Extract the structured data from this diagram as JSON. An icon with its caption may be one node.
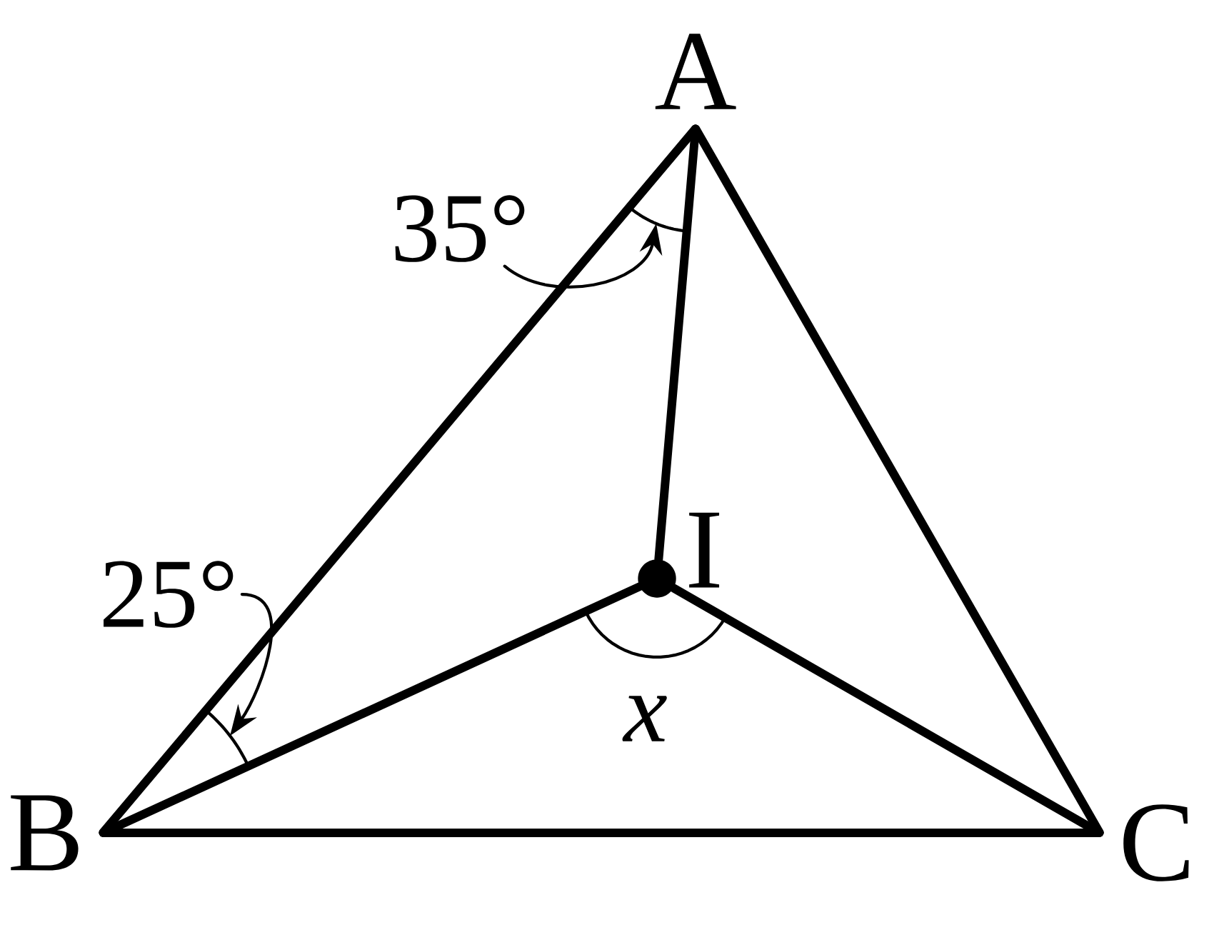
{
  "diagram": {
    "nodes": [
      {
        "text": [
          "A"
        ]
      },
      {
        "text": [
          "B"
        ]
      },
      {
        "text": [
          "C"
        ]
      },
      {
        "text": [
          "I"
        ]
      },
      {
        "text": [
          "35°"
        ]
      },
      {
        "text": [
          "25°"
        ]
      },
      {
        "text": [],
        "shape": "arc"
      },
      {
        "text": [],
        "shape": "arc"
      },
      {
        "text": [],
        "shape": "arc"
      }
    ],
    "edges": [
      {
        "from": 0,
        "to": 1,
        "arrow": "none"
      },
      {
        "from": 1,
        "to": 2,
        "arrow": "none"
      },
      {
        "from": 2,
        "to": 0,
        "arrow": "none"
      },
      {
        "from": 0,
        "to": 3,
        "arrow": "none"
      },
      {
        "from": 1,
        "to": 3,
        "arrow": "none"
      },
      {
        "from": 2,
        "to": 3,
        "arrow": "none"
      },
      {
        "from": 4,
        "to": 6,
        "arrow": "to"
      },
      {
        "from": 5,
        "to": 7,
        "arrow": "to"
      }
    ],
    "labels": [
      "x"
    ]
  }
}
